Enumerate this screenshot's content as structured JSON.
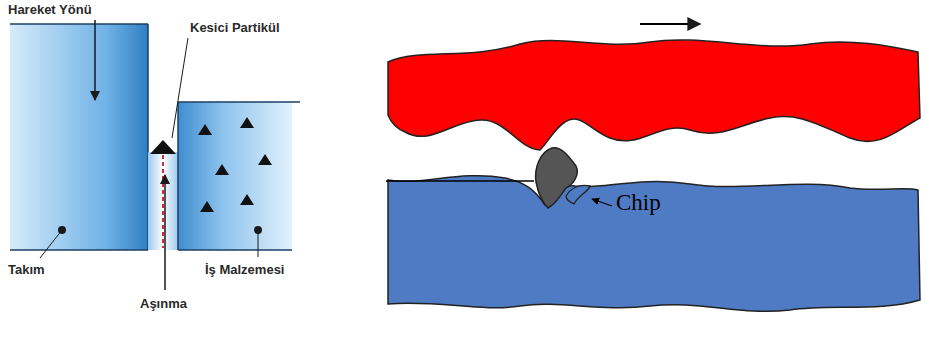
{
  "diagram": {
    "labels": [
      "Hareket Yönü",
      "Kesici Partikül",
      "Takım",
      "Aşınma",
      "İş Malzemesi",
      "Chip"
    ]
  }
}
